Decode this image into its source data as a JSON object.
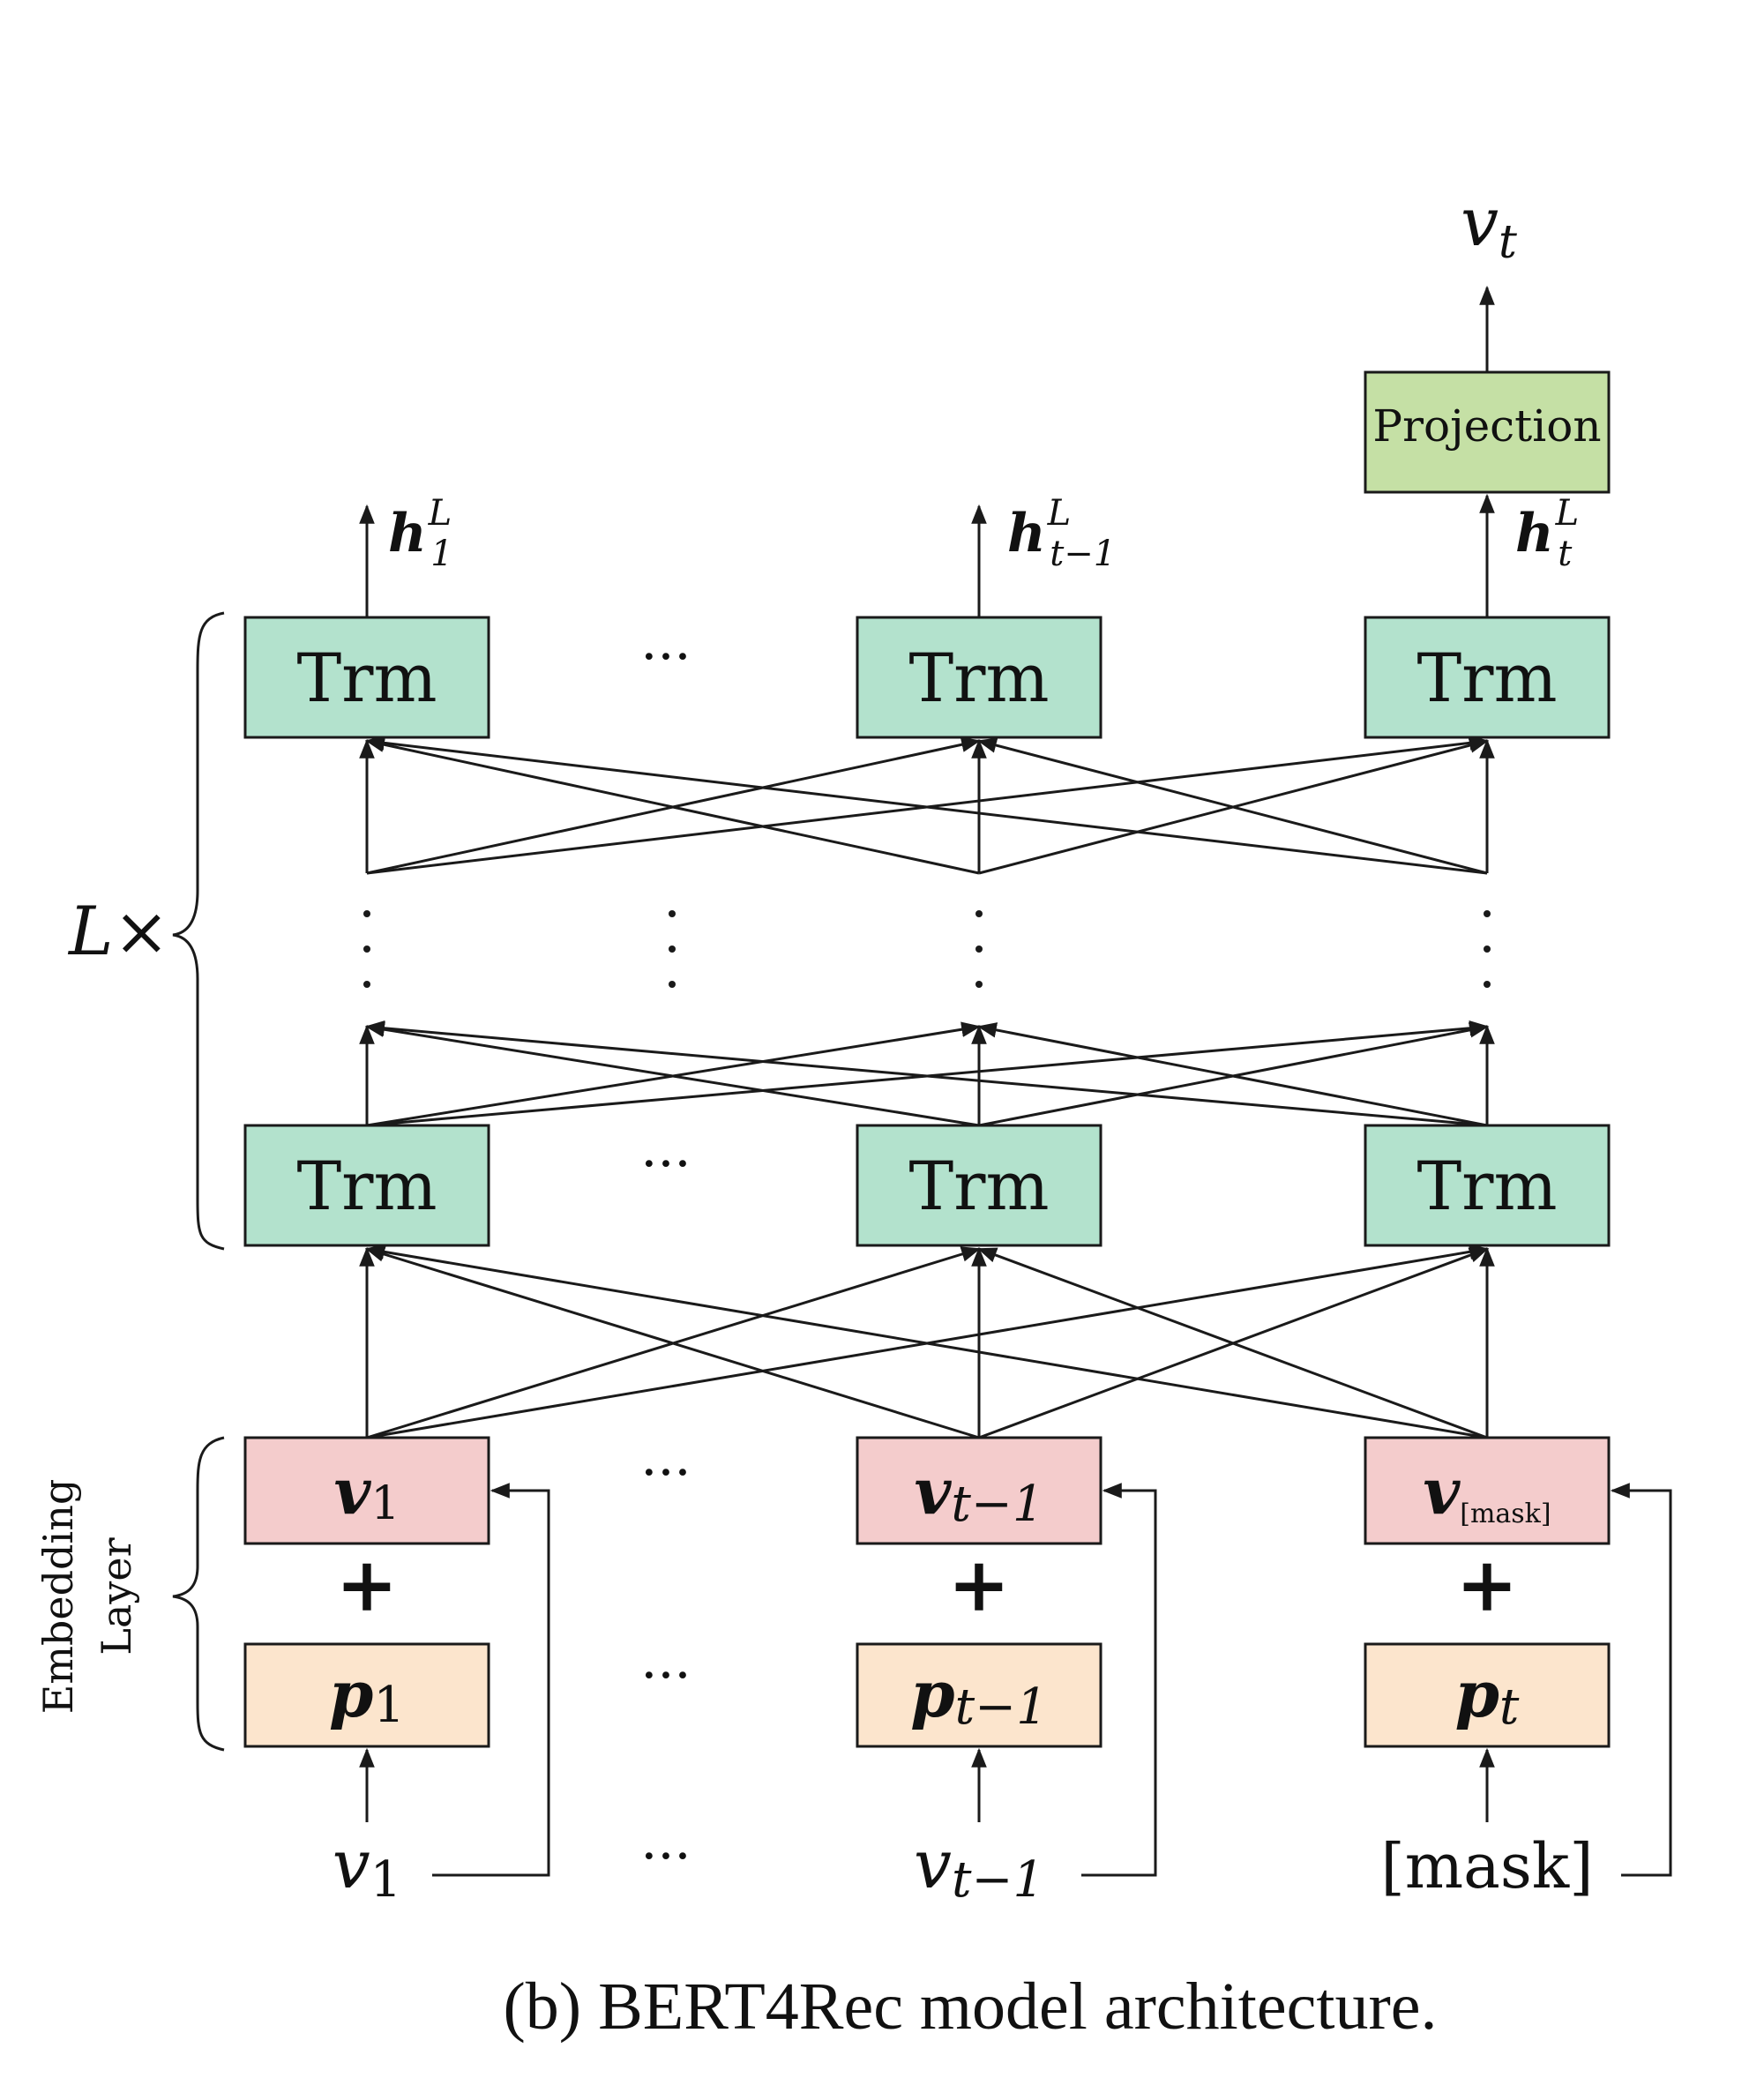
{
  "caption": "(b) BERT4Rec model architecture.",
  "colors": {
    "trm": "#b3e2cd",
    "embedding": "#f4cccc",
    "position": "#fce5cd",
    "projection": "#c5e0a5",
    "line": "#1a1a1a"
  },
  "labels": {
    "repeat": "L×",
    "embedding_layer_line1": "Embedding",
    "embedding_layer_line2": "Layer",
    "ellipsis": "···",
    "plus": "+"
  },
  "trm_label": "Trm",
  "projection_label": "Projection",
  "columns": [
    {
      "output": {
        "base": "h",
        "sup": "L",
        "sub": "1"
      },
      "item_embedding": {
        "base": "v",
        "sub": "1"
      },
      "position_embedding": {
        "base": "p",
        "sub": "1"
      },
      "input": {
        "base": "v",
        "sub": "1"
      }
    },
    {
      "output": {
        "base": "h",
        "sup": "L",
        "sub": "t−1"
      },
      "item_embedding": {
        "base": "v",
        "sub": "t−1"
      },
      "position_embedding": {
        "base": "p",
        "sub": "t−1"
      },
      "input": {
        "base": "v",
        "sub": "t−1"
      }
    },
    {
      "output": {
        "base": "h",
        "sup": "L",
        "sub": "t"
      },
      "item_embedding": {
        "base": "v",
        "sub": "[mask]"
      },
      "position_embedding": {
        "base": "p",
        "sub": "t"
      },
      "input": {
        "text": "[mask]"
      }
    }
  ],
  "final_output": {
    "base": "v",
    "sub": "t"
  }
}
